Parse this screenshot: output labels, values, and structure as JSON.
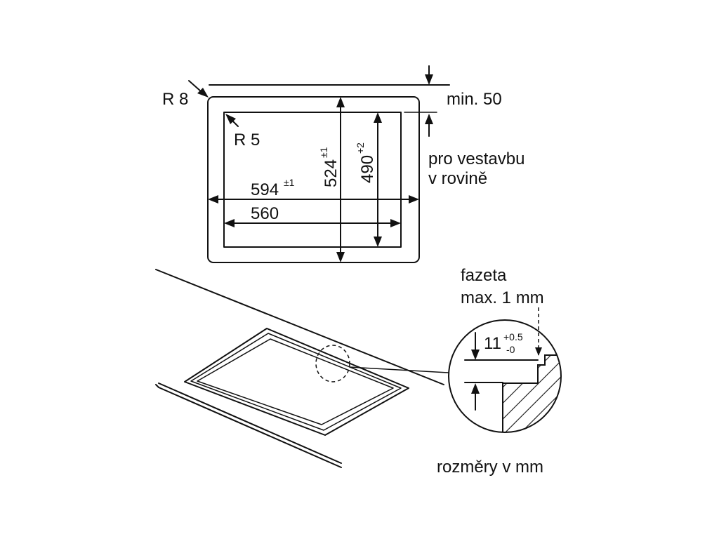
{
  "labels": {
    "radius_outer": "R 8",
    "radius_inner": "R 5",
    "min_gap": "min. 50",
    "flush_line1": "pro vestavbu",
    "flush_line2": "v rovině",
    "width_outer": "594",
    "width_outer_tol": "±1",
    "width_inner": "560",
    "depth_outer": "524",
    "depth_outer_tol": "±1",
    "depth_inner": "490",
    "depth_inner_tol": "+2",
    "bevel_line1": "fazeta",
    "bevel_line2": "max. 1 mm",
    "rebate_depth": "11",
    "rebate_tol_upper": "+0.5",
    "rebate_tol_lower": "-0",
    "units_note": "rozměry v mm"
  },
  "colors": {
    "line": "#111111",
    "background": "#ffffff"
  }
}
